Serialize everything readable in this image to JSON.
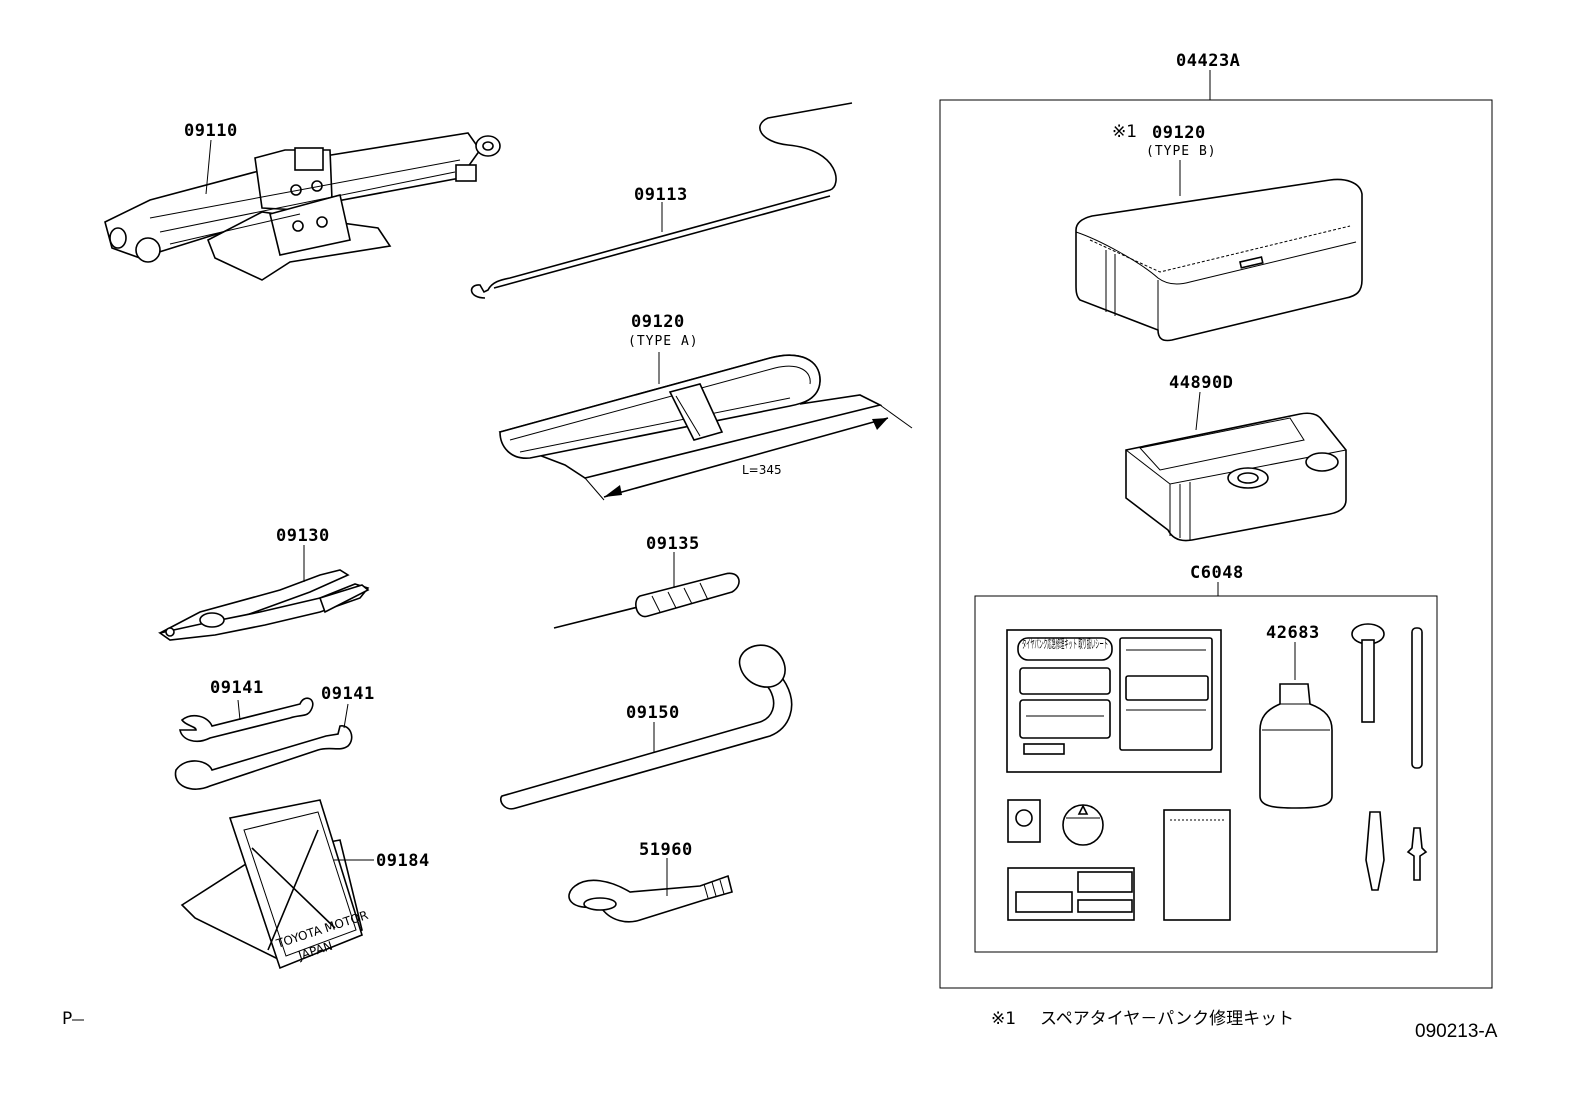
{
  "labels": {
    "jack": "09110",
    "jack_handle": "09113",
    "tool_bag": "09120",
    "tool_bag_type": "(TYPE A)",
    "tool_bag_length": "L=345",
    "pliers": "09130",
    "screwdriver": "09135",
    "wrench_1": "09141",
    "wrench_2": "09141",
    "wheel_wrench": "09150",
    "triangle": "09184",
    "tow_hook": "51960",
    "repair_kit_assy": "04423A",
    "kit_case_mark": "※1",
    "kit_case": "09120",
    "kit_case_type": "(TYPE B)",
    "compressor": "44890D",
    "sealant_set": "C6048",
    "sealant_bottle": "42683"
  },
  "footer": {
    "left_mark": "P",
    "note_mark": "※1",
    "note_text": "スペアタイヤ－パンク修理キット",
    "diagram_code": "090213-A"
  },
  "sticker_text": {
    "sticker_header": "タイヤパンク応急修理キット 取り扱いシート",
    "plate_line": "TOYOTA MOTOR",
    "plate_line2": "JAPAN"
  }
}
